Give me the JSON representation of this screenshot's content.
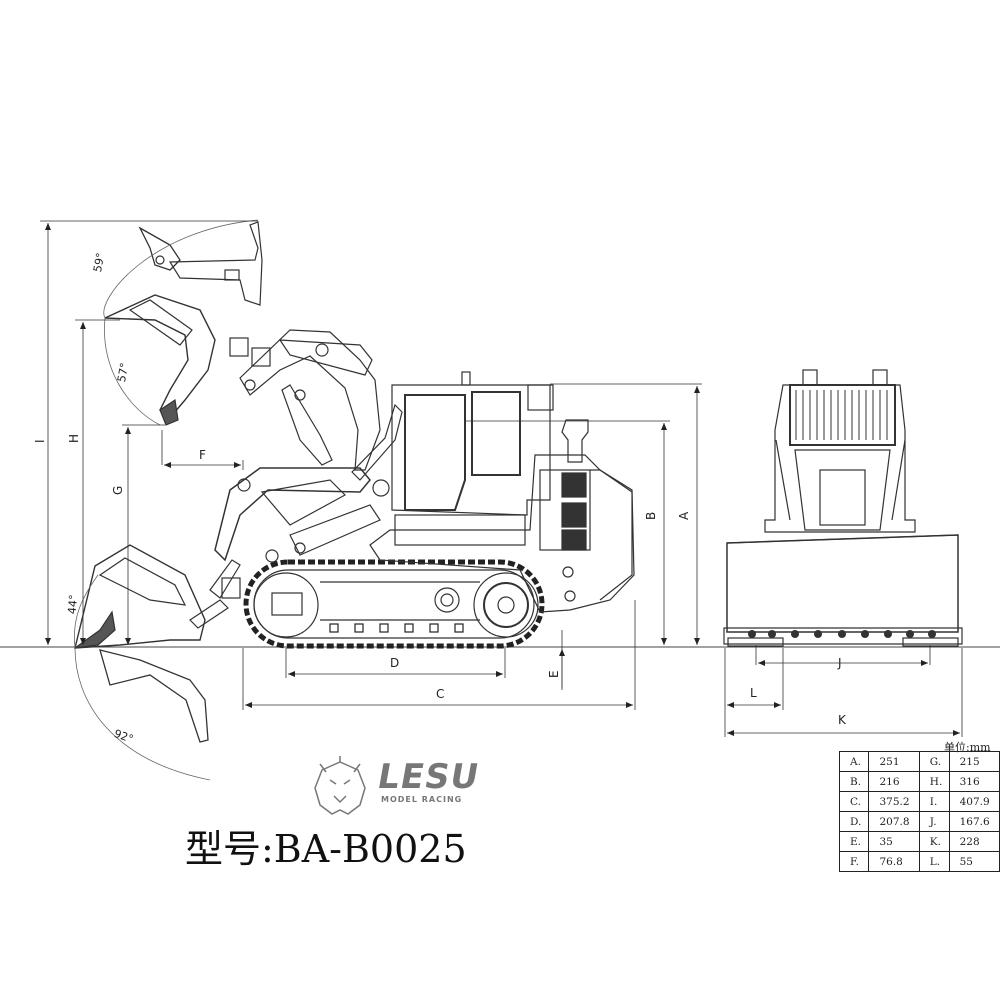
{
  "dimension_labels": [
    "A",
    "B",
    "C",
    "D",
    "E",
    "F",
    "G",
    "H",
    "I",
    "J",
    "K",
    "L"
  ],
  "angles": [
    "59°",
    "57°",
    "44°",
    "92°"
  ],
  "brand": {
    "name": "LESU",
    "tagline": "MODEL RACING"
  },
  "model_label": "型号:BA-B0025",
  "units_label": "单位:mm",
  "spec_rows": [
    [
      {
        "key": "A.",
        "value": "251"
      },
      {
        "key": "G.",
        "value": "215"
      }
    ],
    [
      {
        "key": "B.",
        "value": "216"
      },
      {
        "key": "H.",
        "value": "316"
      }
    ],
    [
      {
        "key": "C.",
        "value": "375.2"
      },
      {
        "key": "I.",
        "value": "407.9"
      }
    ],
    [
      {
        "key": "D.",
        "value": "207.8"
      },
      {
        "key": "J.",
        "value": "167.6"
      }
    ],
    [
      {
        "key": "E.",
        "value": "35"
      },
      {
        "key": "K.",
        "value": "228"
      }
    ],
    [
      {
        "key": "F.",
        "value": "76.8"
      },
      {
        "key": "L.",
        "value": "55"
      }
    ]
  ]
}
